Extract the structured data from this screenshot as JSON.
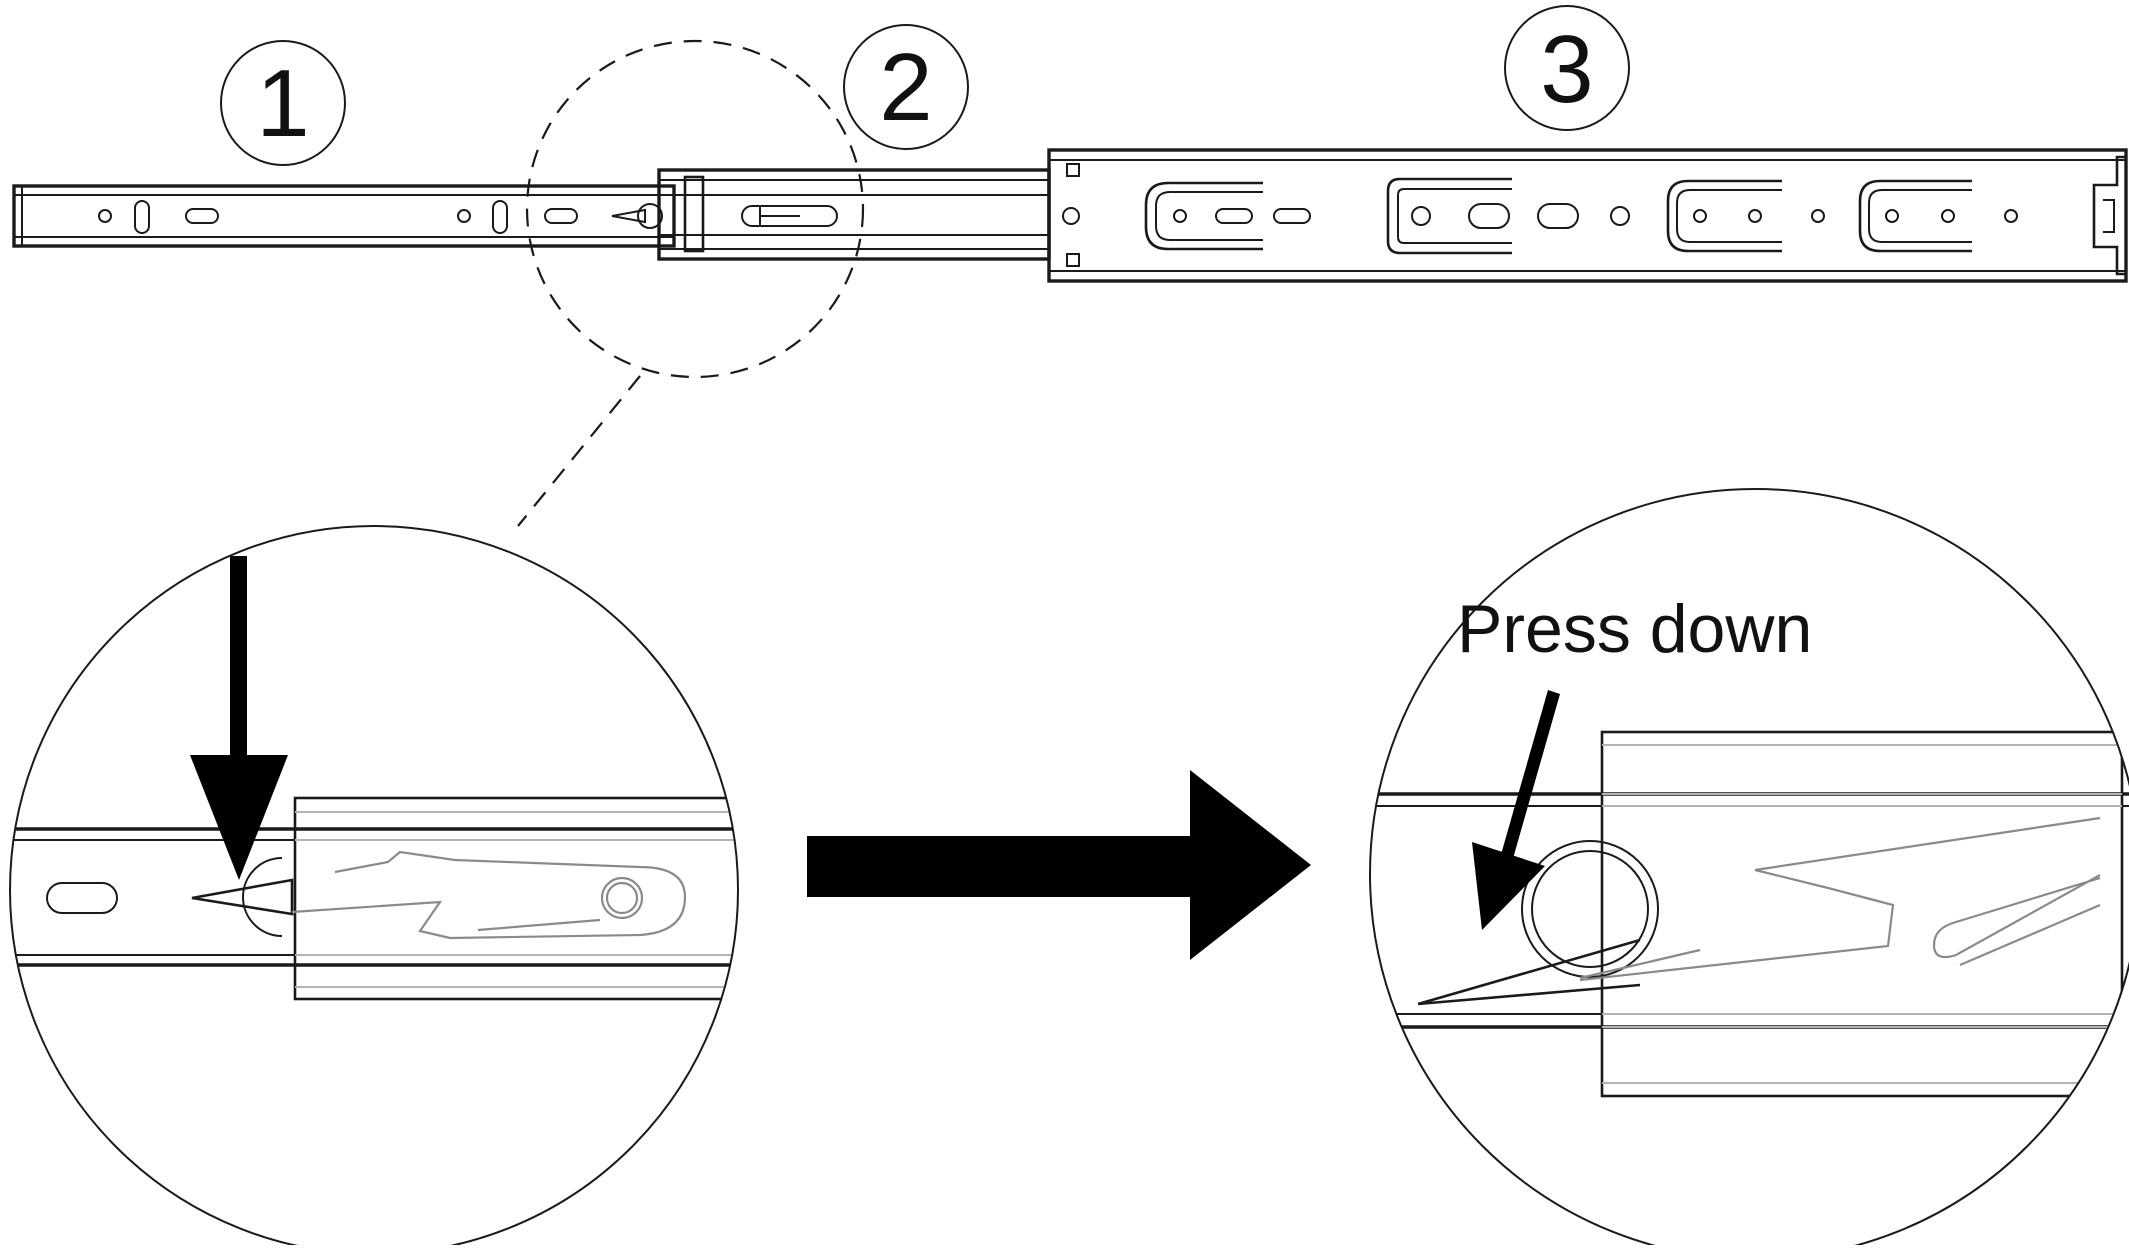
{
  "labels": {
    "part_1": "1",
    "part_2": "2",
    "part_3": "3",
    "instruction": "Press down"
  },
  "colors": {
    "line": "#1a1a1a",
    "transparent_member": "#8a8a8a",
    "background": "#ffffff"
  },
  "icons": {
    "down_arrow": "arrow-down-icon",
    "direction_arrow": "arrow-right-icon",
    "press_arrow": "arrow-down-left-icon"
  }
}
